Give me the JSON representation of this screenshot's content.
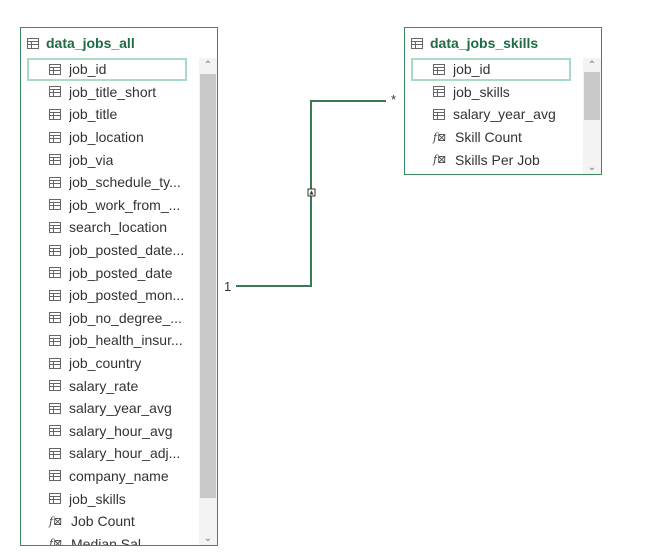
{
  "tables": {
    "left": {
      "title": "data_jobs_all",
      "items": [
        {
          "label": "job_id",
          "icon": "table-column-icon",
          "selected": true
        },
        {
          "label": "job_title_short",
          "icon": "table-column-icon"
        },
        {
          "label": "job_title",
          "icon": "table-column-icon"
        },
        {
          "label": "job_location",
          "icon": "table-column-icon"
        },
        {
          "label": "job_via",
          "icon": "table-column-icon"
        },
        {
          "label": "job_schedule_ty...",
          "icon": "table-column-icon"
        },
        {
          "label": "job_work_from_...",
          "icon": "table-column-icon"
        },
        {
          "label": "search_location",
          "icon": "table-column-icon"
        },
        {
          "label": "job_posted_date...",
          "icon": "table-column-icon"
        },
        {
          "label": "job_posted_date",
          "icon": "table-column-icon"
        },
        {
          "label": "job_posted_mon...",
          "icon": "table-column-icon"
        },
        {
          "label": "job_no_degree_...",
          "icon": "table-column-icon"
        },
        {
          "label": "job_health_insur...",
          "icon": "table-column-icon"
        },
        {
          "label": "job_country",
          "icon": "table-column-icon"
        },
        {
          "label": "salary_rate",
          "icon": "table-column-icon"
        },
        {
          "label": "salary_year_avg",
          "icon": "table-column-icon"
        },
        {
          "label": "salary_hour_avg",
          "icon": "table-column-icon"
        },
        {
          "label": "salary_hour_adj...",
          "icon": "table-column-icon"
        },
        {
          "label": "company_name",
          "icon": "table-column-icon"
        },
        {
          "label": "job_skills",
          "icon": "table-column-icon"
        },
        {
          "label": "Job Count",
          "icon": "measure-fx-icon"
        },
        {
          "label": "Median Sal...",
          "icon": "measure-fx-icon"
        }
      ]
    },
    "right": {
      "title": "data_jobs_skills",
      "items": [
        {
          "label": "job_id",
          "icon": "table-column-icon",
          "selected": true
        },
        {
          "label": "job_skills",
          "icon": "table-column-icon"
        },
        {
          "label": "salary_year_avg",
          "icon": "table-column-icon"
        },
        {
          "label": "Skill Count",
          "icon": "measure-fx-icon"
        },
        {
          "label": "Skills Per Job",
          "icon": "measure-fx-icon"
        }
      ]
    }
  },
  "relationship": {
    "one_side_label": "1",
    "many_side_label": "*",
    "line_color": "#3a7a55"
  },
  "scroll": {
    "up_glyph": "⌃",
    "down_glyph": "⌄"
  }
}
